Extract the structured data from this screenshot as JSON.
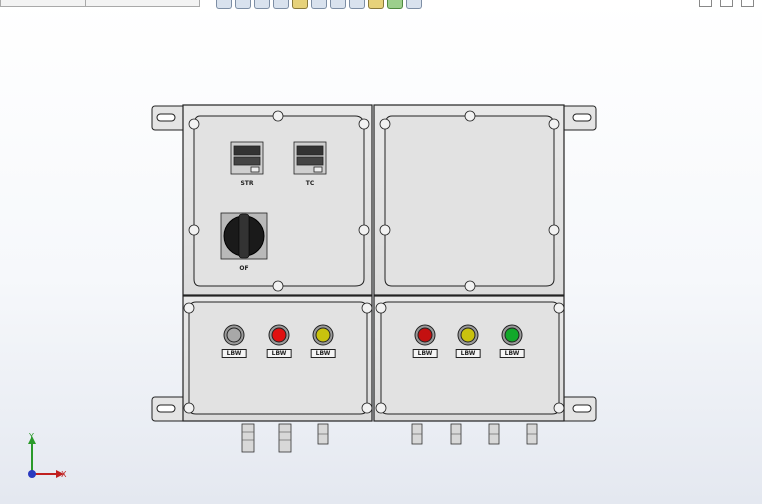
{
  "toolbar": {
    "buttons": [
      "zoom-to-fit-icon",
      "zoom-area-icon",
      "previous-view-icon",
      "section-view-icon",
      "dynamic-annotation-icon",
      "view-orientation-icon",
      "display-style-icon",
      "hide-show-icon",
      "edit-appearance-icon",
      "apply-scene-icon",
      "view-settings-icon"
    ]
  },
  "model": {
    "top_left_labels": [
      "STR",
      "TC"
    ],
    "switch_label": "OF",
    "left_lamps": [
      {
        "color": "#a8a8a8",
        "plate": "LBW"
      },
      {
        "color": "#e01010",
        "plate": "LBW"
      },
      {
        "color": "#c9c20e",
        "plate": "LBW"
      }
    ],
    "right_lamps": [
      {
        "color": "#c41010",
        "plate": "LBW"
      },
      {
        "color": "#c9c20e",
        "plate": "LBW"
      },
      {
        "color": "#12a82a",
        "plate": "LBW"
      }
    ]
  },
  "triad": {
    "y_label": "Y",
    "x_label": "X"
  }
}
